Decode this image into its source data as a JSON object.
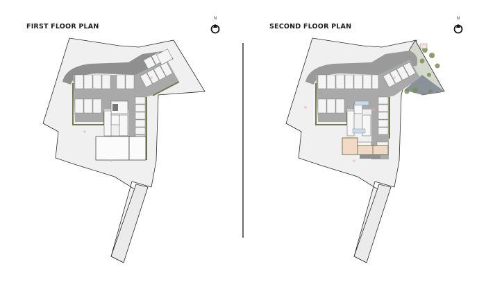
{
  "panels": [
    {
      "title": "FIRST FLOOR PLAN",
      "compass": {
        "label": "N",
        "icon": "north-arrow-icon"
      }
    },
    {
      "title": "SECOND FLOOR PLAN",
      "compass": {
        "label": "N",
        "icon": "north-arrow-icon"
      }
    }
  ],
  "colors": {
    "site": "#f0f0f0",
    "site_outline": "#2b2b2b",
    "driveway": "#8f8f8f",
    "parking_floor": "#a9a9a9",
    "parking_bay": "#f4f4f4",
    "hedge": "#6f7d4a",
    "garden": "#b8c49a",
    "water": "#8a9199",
    "unit_highlight": "#f2d9c6",
    "lobby_highlight": "#c9dbe8",
    "divider": "#6b6b6b"
  }
}
